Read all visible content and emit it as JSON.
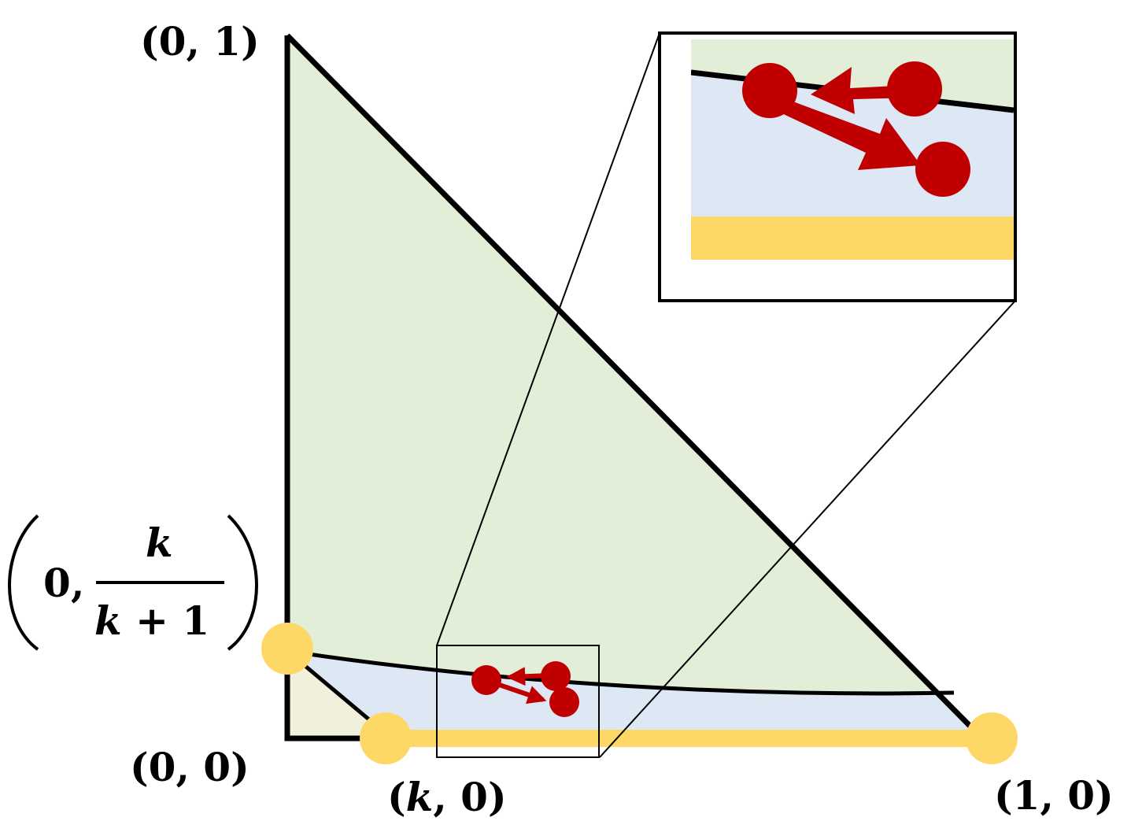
{
  "labels": {
    "top_vertex": {
      "open": "(",
      "a": "0",
      "comma": ", ",
      "b": "1",
      "close": ")"
    },
    "origin": {
      "open": "(",
      "a": "0",
      "comma": ", ",
      "b": "0",
      "close": ")"
    },
    "k_point": {
      "open": "(",
      "a": "k",
      "comma": ", ",
      "b": "0",
      "close": ")"
    },
    "one_point": {
      "open": "(",
      "a": "1",
      "comma": ", ",
      "b": "0",
      "close": ")"
    },
    "k_over_k1_point": {
      "zero": "0",
      "comma": ",",
      "numerator": "k",
      "denominator_k": "k",
      "denominator_plus": " + ",
      "denominator_one": "1"
    }
  },
  "colors": {
    "outline": "#000000",
    "green_region": "#e2eed8",
    "blue_region": "#dde8f4",
    "beige_region": "#f1f0dc",
    "yellow": "#fdd866",
    "red": "#c00000"
  }
}
